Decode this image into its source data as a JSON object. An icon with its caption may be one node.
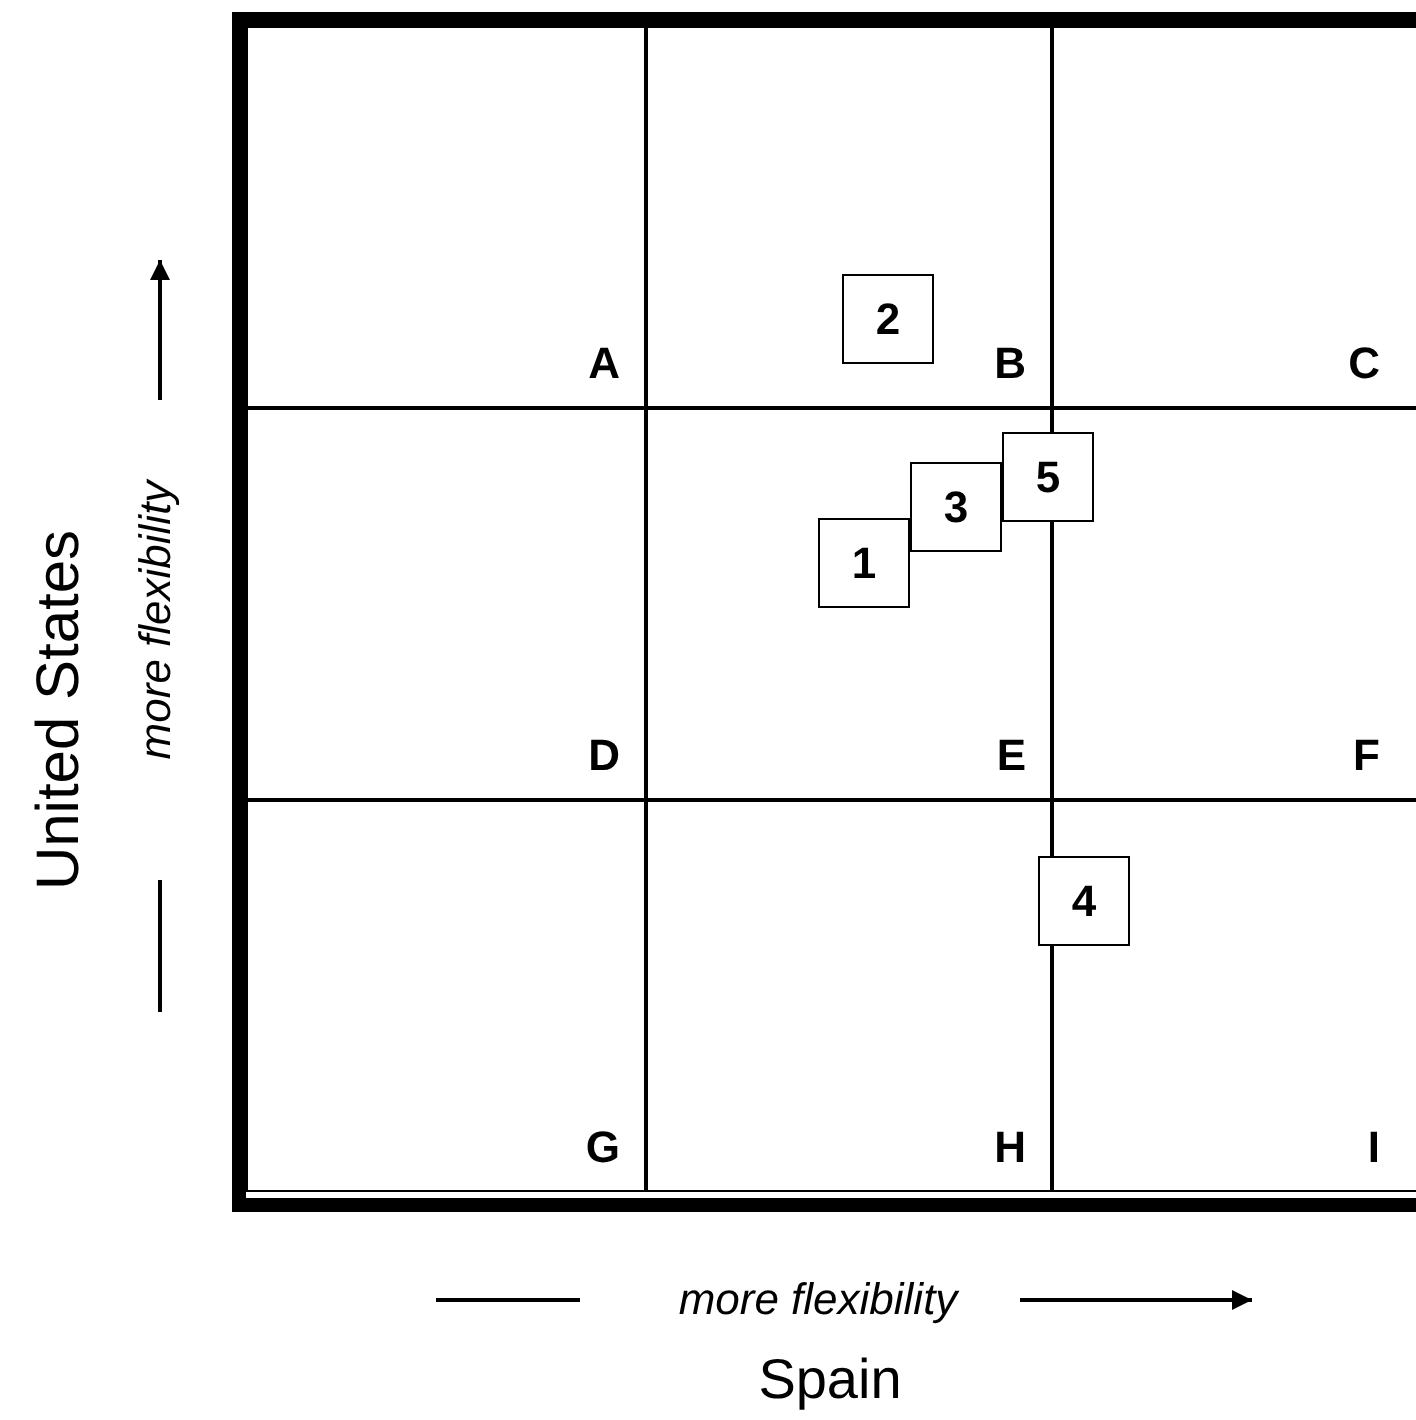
{
  "diagram": {
    "nodes": [
      {
        "text": [
          "A"
        ]
      },
      {
        "text": [
          "B"
        ]
      },
      {
        "text": [
          "C"
        ]
      },
      {
        "text": [
          "D"
        ]
      },
      {
        "text": [
          "E"
        ]
      },
      {
        "text": [
          "F"
        ]
      },
      {
        "text": [
          "G"
        ]
      },
      {
        "text": [
          "H"
        ]
      },
      {
        "text": [
          "I"
        ]
      },
      {
        "text": [
          "2"
        ],
        "in": 1
      },
      {
        "text": [
          "5"
        ]
      },
      {
        "text": [
          "3"
        ],
        "in": 4
      },
      {
        "text": [
          "1"
        ],
        "in": 4
      },
      {
        "text": [
          "4"
        ]
      }
    ],
    "edges": [],
    "labels": [
      "United States",
      "more flexibility",
      "more flexibility",
      "Spain"
    ]
  }
}
